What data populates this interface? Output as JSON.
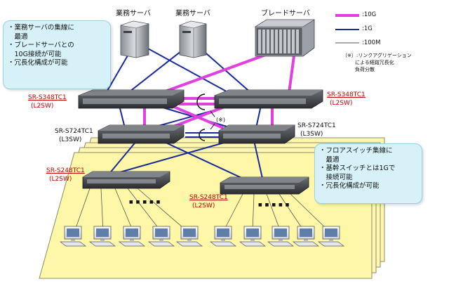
{
  "servers": {
    "server1_label": "業務サーバ",
    "server2_label": "業務サーバ",
    "blade_label": "ブレードサーバ"
  },
  "legend": {
    "items": [
      {
        "label": ":10G",
        "color": "#e040e0"
      },
      {
        "label": ":1G",
        "color": "#1a2a9a"
      },
      {
        "label": ":100M",
        "color": "#555555"
      }
    ],
    "note_line1": "（※）:リンクアグリゲーション",
    "note_line2": "による経路冗長化",
    "note_line3": "負荷分散"
  },
  "callout_top": {
    "lines": [
      "・業務サーバの集線に",
      "　最適",
      "・ブレードサーバとの",
      "　10G接続が可能",
      "・冗長化構成が可能"
    ]
  },
  "callout_right": {
    "lines": [
      "・フロアスイッチ集線に",
      "　最適",
      "・基幹スイッチとは1Gで",
      "　接続可能",
      "・冗長化構成が可能"
    ]
  },
  "switches": {
    "l2_left_model": "SR-S348TC1",
    "l2_left_type": "(L2SW)",
    "l2_right_model": "SR-S348TC1",
    "l2_right_type": "(L2SW)",
    "l3_left_model": "SR-S724TC1",
    "l3_left_type": "(L3SW)",
    "l3_right_model": "SR-S724TC1",
    "l3_right_type": "(L3SW)",
    "floor_left_model": "SR-S248TC1",
    "floor_left_type": "(L2SW)",
    "floor_right_model": "SR-S248TC1",
    "floor_right_type": "(L2SW)"
  },
  "link_agg_mark": "(※)",
  "dots": "■■■■■"
}
